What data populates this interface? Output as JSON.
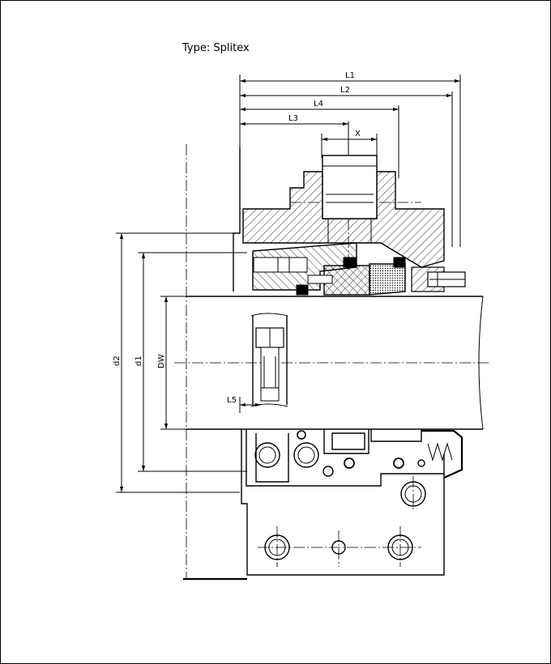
{
  "diagram": {
    "title": "Type: Splitex",
    "dimensions": {
      "L1": "L1",
      "L2": "L2",
      "L3": "L3",
      "L4": "L4",
      "X": "X",
      "L5": "L5",
      "d2": "d2",
      "d1": "d1",
      "DW": "DW"
    }
  }
}
